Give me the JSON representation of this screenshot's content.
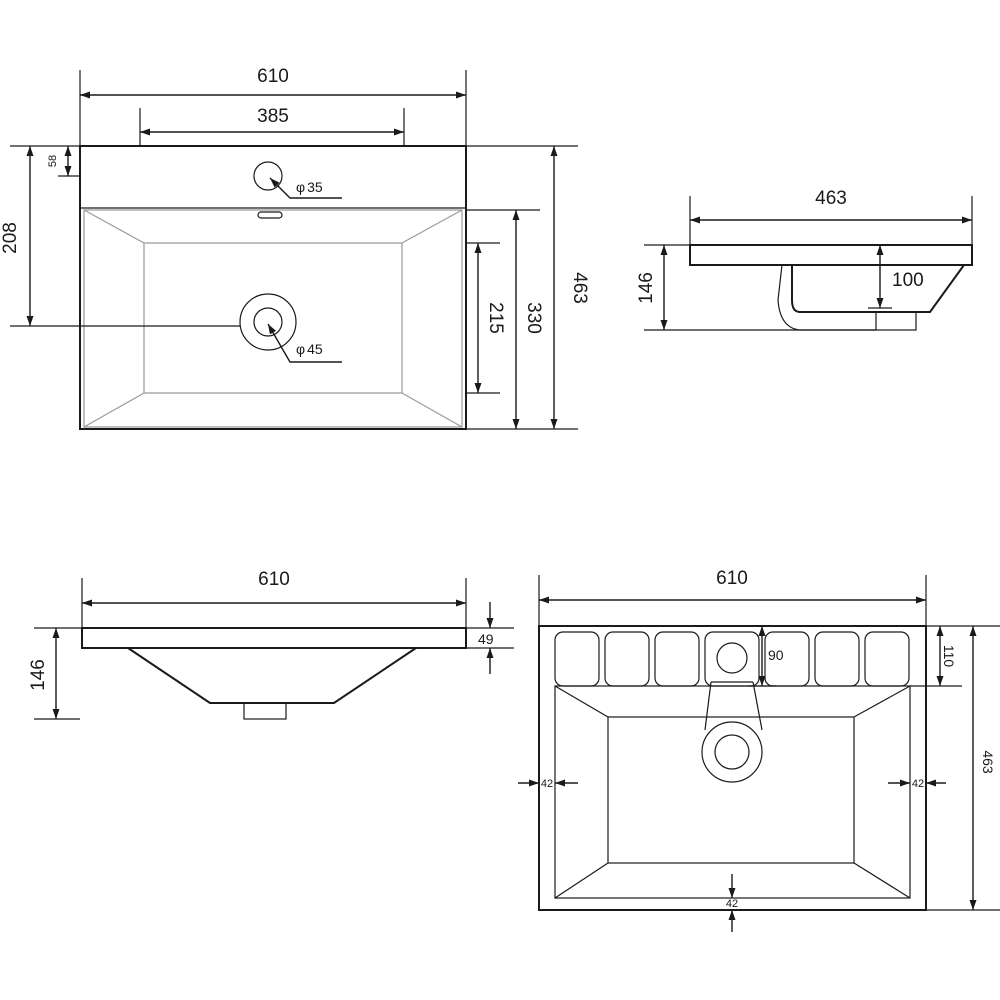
{
  "top_view": {
    "overall_width": "610",
    "hole_spacing": "385",
    "tap_hole_offset": "58",
    "drain_offset": "208",
    "tap_hole_diameter": "35",
    "drain_diameter": "45",
    "basin_depth_inner": "215",
    "basin_depth_outer": "330",
    "overall_depth": "463"
  },
  "side_view": {
    "overall_depth": "463",
    "overall_height": "146",
    "bowl_depth": "100"
  },
  "front_view": {
    "overall_width": "610",
    "overall_height": "146",
    "rim_thickness": "49"
  },
  "bottom_view": {
    "overall_width": "610",
    "back_band_depth": "110",
    "hole_offset": "90",
    "left_margin": "42",
    "right_margin": "42",
    "front_margin": "42",
    "overall_depth": "463"
  },
  "symbols": {
    "diameter": "φ"
  }
}
